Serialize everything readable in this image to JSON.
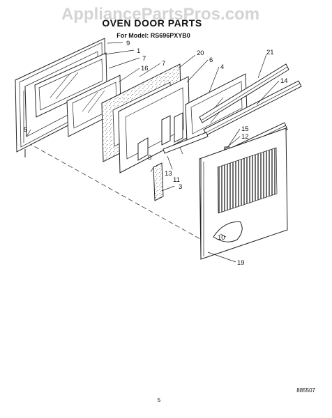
{
  "watermark": "AppliancePartsPros.com",
  "title": "OVEN DOOR PARTS",
  "subtitle": "For Model: RS696PXYB0",
  "callouts": {
    "c9": "9",
    "c1": "1",
    "c7a": "7",
    "c16": "16",
    "c7b": "7",
    "c20": "20",
    "c6": "6",
    "c4": "4",
    "c21": "21",
    "c14": "14",
    "c15": "15",
    "c12": "12",
    "c5": "5",
    "c8": "8",
    "c13": "13",
    "c11": "11",
    "c3": "3",
    "c10": "10",
    "c19": "19"
  },
  "footer": {
    "page_number": "5",
    "doc_code": "885507"
  }
}
